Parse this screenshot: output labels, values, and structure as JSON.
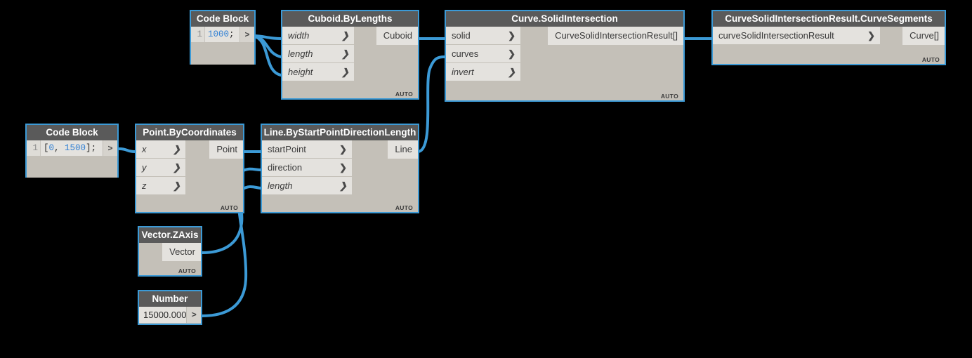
{
  "canvas": {
    "background": "#000000",
    "accent": "#3c9ad6",
    "node_body": "#c4c0b8",
    "node_header": "#5a5a5a",
    "port_bg": "#e4e2de",
    "code_number_color": "#2f7fd4"
  },
  "labels": {
    "auto": "AUTO",
    "chevron": "❯",
    "code_output_caret": ">"
  },
  "nodes": {
    "code_block_top": {
      "title": "Code Block",
      "line_number": "1",
      "code_tokens": [
        {
          "text": "1000",
          "type": "number"
        },
        {
          "text": ";",
          "type": "punct"
        }
      ],
      "code_text": "1000;"
    },
    "cuboid": {
      "title": "Cuboid.ByLengths",
      "inputs": [
        {
          "label": "width",
          "optional": true
        },
        {
          "label": "length",
          "optional": true
        },
        {
          "label": "height",
          "optional": true
        }
      ],
      "outputs": [
        {
          "label": "Cuboid"
        }
      ],
      "status": "AUTO"
    },
    "curve_solid_intersection": {
      "title": "Curve.SolidIntersection",
      "inputs": [
        {
          "label": "solid",
          "optional": false
        },
        {
          "label": "curves",
          "optional": false
        },
        {
          "label": "invert",
          "optional": true
        }
      ],
      "outputs": [
        {
          "label": "CurveSolidIntersectionResult[]"
        }
      ],
      "status": "AUTO"
    },
    "curve_segments": {
      "title": "CurveSolidIntersectionResult.CurveSegments",
      "inputs": [
        {
          "label": "curveSolidIntersectionResult",
          "optional": false
        }
      ],
      "outputs": [
        {
          "label": "Curve[]"
        }
      ],
      "status": "AUTO"
    },
    "code_block_bottom": {
      "title": "Code Block",
      "line_number": "1",
      "code_tokens": [
        {
          "text": "[",
          "type": "punct"
        },
        {
          "text": "0",
          "type": "number"
        },
        {
          "text": ", ",
          "type": "punct"
        },
        {
          "text": "1500",
          "type": "number"
        },
        {
          "text": "];",
          "type": "punct"
        }
      ],
      "code_text": "[0, 1500];"
    },
    "point_bycoordinates": {
      "title": "Point.ByCoordinates",
      "inputs": [
        {
          "label": "x",
          "optional": true
        },
        {
          "label": "y",
          "optional": true
        },
        {
          "label": "z",
          "optional": true
        }
      ],
      "outputs": [
        {
          "label": "Point"
        }
      ],
      "status": "AUTO"
    },
    "line_bystartpointdirectionlength": {
      "title": "Line.ByStartPointDirectionLength",
      "inputs": [
        {
          "label": "startPoint",
          "optional": false
        },
        {
          "label": "direction",
          "optional": false
        },
        {
          "label": "length",
          "optional": true
        }
      ],
      "outputs": [
        {
          "label": "Line"
        }
      ],
      "status": "AUTO"
    },
    "vector_zaxis": {
      "title": "Vector.ZAxis",
      "inputs": [],
      "outputs": [
        {
          "label": "Vector"
        }
      ],
      "status": "AUTO"
    },
    "number": {
      "title": "Number",
      "value": "15000.000",
      "output_caret": ">"
    }
  },
  "connections": [
    {
      "from": "code_block_top.out",
      "to": "cuboid.width"
    },
    {
      "from": "code_block_top.out",
      "to": "cuboid.length"
    },
    {
      "from": "code_block_top.out",
      "to": "cuboid.height"
    },
    {
      "from": "cuboid.Cuboid",
      "to": "curve_solid_intersection.solid"
    },
    {
      "from": "line.Line",
      "to": "curve_solid_intersection.curves"
    },
    {
      "from": "curve_solid_intersection.result",
      "to": "curve_segments.curveSolidIntersectionResult"
    },
    {
      "from": "code_block_bottom.out",
      "to": "point_bycoordinates.x"
    },
    {
      "from": "point_bycoordinates.Point",
      "to": "line.startPoint"
    },
    {
      "from": "vector_zaxis.Vector",
      "to": "line.direction"
    },
    {
      "from": "number.out",
      "to": "line.length"
    }
  ]
}
